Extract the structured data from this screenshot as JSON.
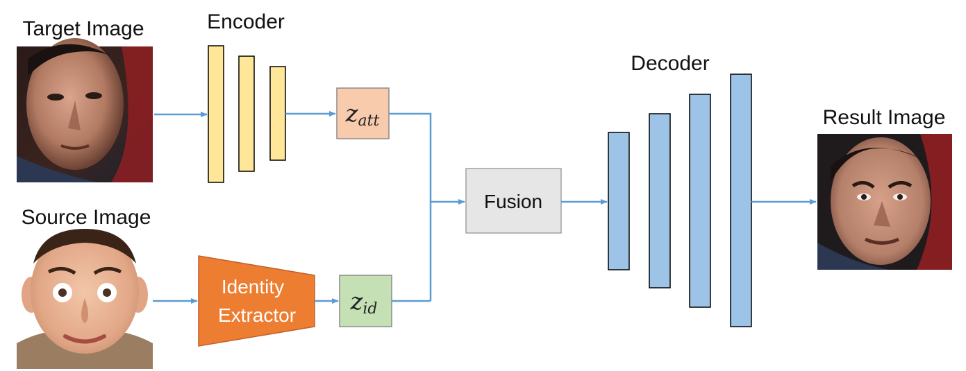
{
  "labels": {
    "target_image": "Target Image",
    "source_image": "Source Image",
    "encoder": "Encoder",
    "decoder": "Decoder",
    "result_image": "Result Image",
    "fusion": "Fusion",
    "identity_line1": "Identity",
    "identity_line2": "Extractor",
    "z_att_symbol": "z",
    "z_att_sub": "att",
    "z_id_symbol": "z",
    "z_id_sub": "id"
  },
  "colors": {
    "arrow": "#5b9bd5",
    "encoder_fill": "#ffe699",
    "decoder_fill": "#9dc3e6",
    "z_att_fill": "#f8cbad",
    "z_id_fill": "#c5e0b4",
    "fusion_fill": "#e6e6e6",
    "identity_fill": "#ed7d31"
  }
}
